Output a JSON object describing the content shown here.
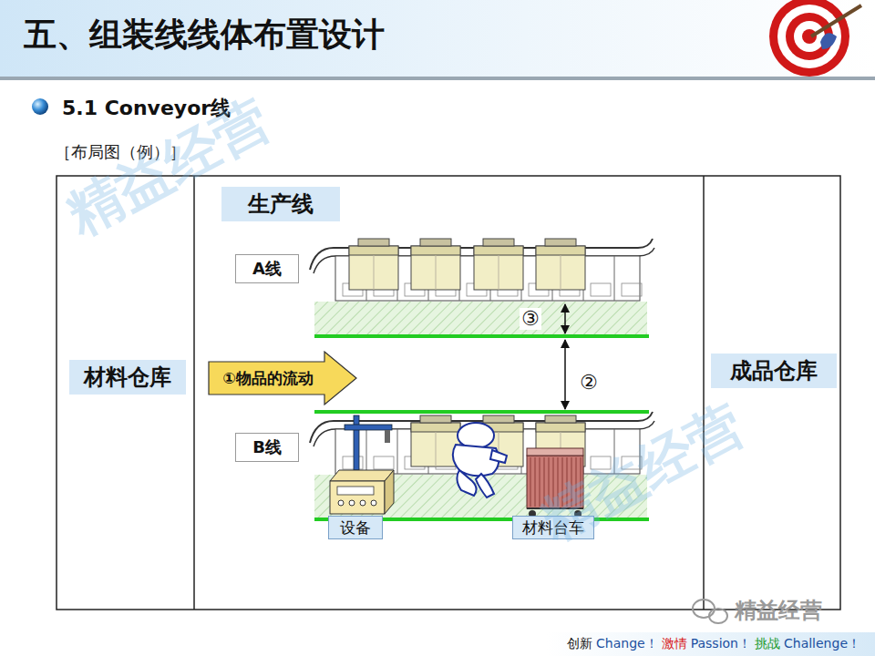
{
  "diagram": {
    "title": "五、组装线线体布置设计",
    "nodes": [
      {
        "text": [
          "材料仓库"
        ]
      },
      {
        "text": [
          "生产线"
        ]
      },
      {
        "text": [
          "A线"
        ]
      },
      {
        "text": [
          "①物品的流动"
        ]
      },
      {
        "text": [
          "B线"
        ]
      },
      {
        "text": [
          "设备"
        ]
      },
      {
        "text": [
          "材料台车"
        ]
      },
      {
        "text": [
          "成品仓库"
        ]
      }
    ],
    "labels": [
      "5.1 Conveyor线",
      "［布局图（例）］",
      "③",
      "②",
      "精益经营",
      "精益经营",
      "精益经营",
      "创新",
      "Change！",
      "激情",
      "Passion！",
      "挑战",
      "Challenge！"
    ]
  }
}
